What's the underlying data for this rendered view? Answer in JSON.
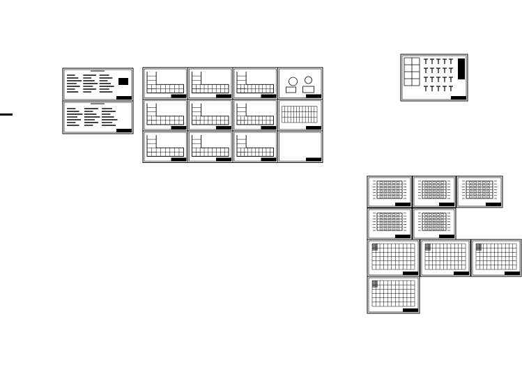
{
  "document": {
    "type": "cad-sheet-layout",
    "line_color": "#000000",
    "background": "#ffffff",
    "groups": [
      {
        "id": "notes",
        "sheet_count": 2,
        "kind": "text"
      },
      {
        "id": "plans",
        "sheet_count": 12,
        "kind": "plan"
      },
      {
        "id": "detail",
        "sheet_count": 1,
        "kind": "detail"
      },
      {
        "id": "elevations",
        "sheet_count": 9,
        "kind": "mixed"
      }
    ]
  }
}
